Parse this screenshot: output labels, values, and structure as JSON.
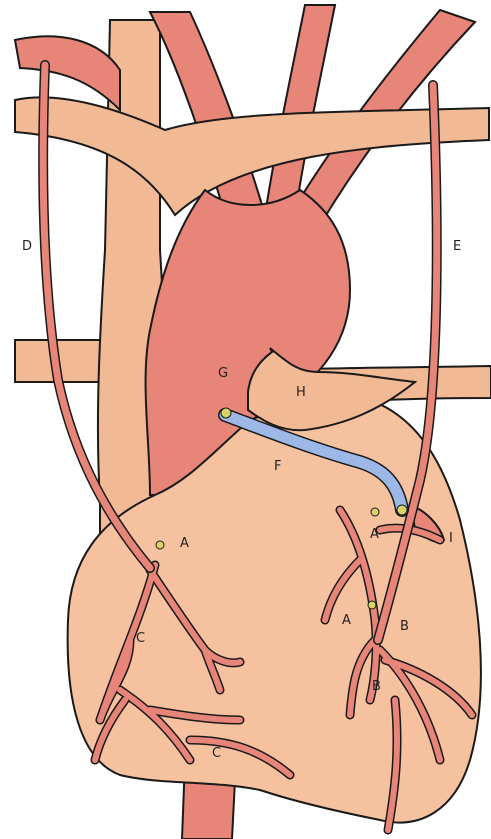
{
  "labels": {
    "d": "D",
    "e": "E",
    "g": "G",
    "h": "H",
    "f": "F",
    "i": "I",
    "a_right": "A",
    "a_left": "A",
    "a_lower": "A",
    "b_upper": "B",
    "b_lower": "B",
    "c_upper": "C",
    "c_lower": "C"
  },
  "colors": {
    "vein": "#f2b995",
    "artery": "#e88579",
    "heart": "#f6c19f",
    "graft": "#9db8e6",
    "outline": "#1a1a1a",
    "suture": "#d8d46a"
  }
}
